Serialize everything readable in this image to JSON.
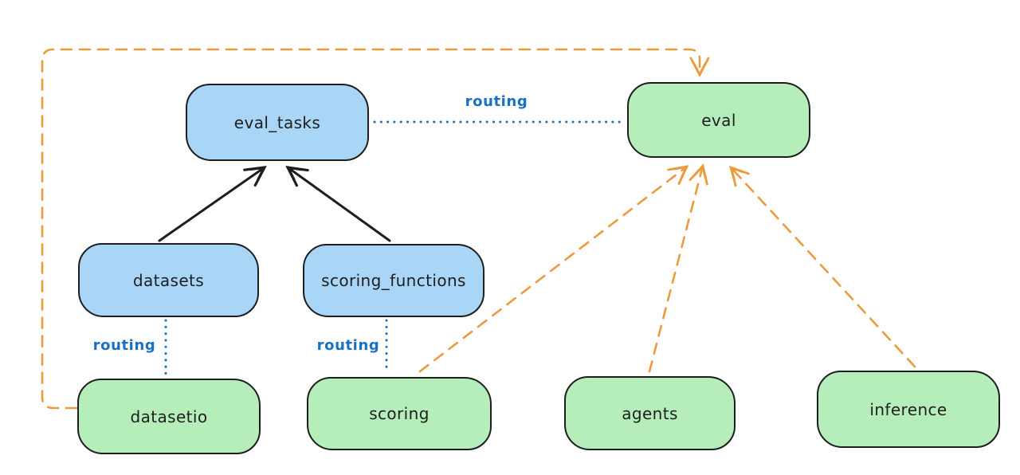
{
  "diagram": {
    "background": "#ffffff",
    "colors": {
      "blue_node_fill": "#a9d6f7",
      "green_node_fill": "#b5eebb",
      "node_stroke": "#1e1e1e",
      "routing_text_blue": "#1971c2",
      "orange_dashed": "#eb9b3e",
      "black_arrow": "#1e1e1e"
    },
    "nodes": [
      {
        "id": "eval_tasks",
        "label": "eval_tasks",
        "color": "blue"
      },
      {
        "id": "eval",
        "label": "eval",
        "color": "green"
      },
      {
        "id": "datasets",
        "label": "datasets",
        "color": "blue"
      },
      {
        "id": "scoring_functions",
        "label": "scoring_functions",
        "color": "blue"
      },
      {
        "id": "datasetio",
        "label": "datasetio",
        "color": "green"
      },
      {
        "id": "scoring",
        "label": "scoring",
        "color": "green"
      },
      {
        "id": "agents",
        "label": "agents",
        "color": "green"
      },
      {
        "id": "inference",
        "label": "inference",
        "color": "green"
      }
    ],
    "edges": [
      {
        "from": "datasets",
        "to": "eval_tasks",
        "style": "solid",
        "color": "black",
        "arrowhead": "end",
        "label": ""
      },
      {
        "from": "scoring_functions",
        "to": "eval_tasks",
        "style": "solid",
        "color": "black",
        "arrowhead": "end",
        "label": ""
      },
      {
        "from": "eval_tasks",
        "to": "eval",
        "style": "dotted",
        "color": "blue",
        "arrowhead": "none",
        "label": "routing"
      },
      {
        "from": "datasets",
        "to": "datasetio",
        "style": "dotted",
        "color": "blue",
        "arrowhead": "none",
        "label": "routing"
      },
      {
        "from": "scoring_functions",
        "to": "scoring",
        "style": "dotted",
        "color": "blue",
        "arrowhead": "none",
        "label": "routing"
      },
      {
        "from": "datasetio",
        "to": "eval",
        "style": "dashed",
        "color": "orange",
        "arrowhead": "end",
        "label": ""
      },
      {
        "from": "scoring",
        "to": "eval",
        "style": "dashed",
        "color": "orange",
        "arrowhead": "end",
        "label": ""
      },
      {
        "from": "agents",
        "to": "eval",
        "style": "dashed",
        "color": "orange",
        "arrowhead": "end",
        "label": ""
      },
      {
        "from": "inference",
        "to": "eval",
        "style": "dashed",
        "color": "orange",
        "arrowhead": "end",
        "label": ""
      }
    ]
  }
}
